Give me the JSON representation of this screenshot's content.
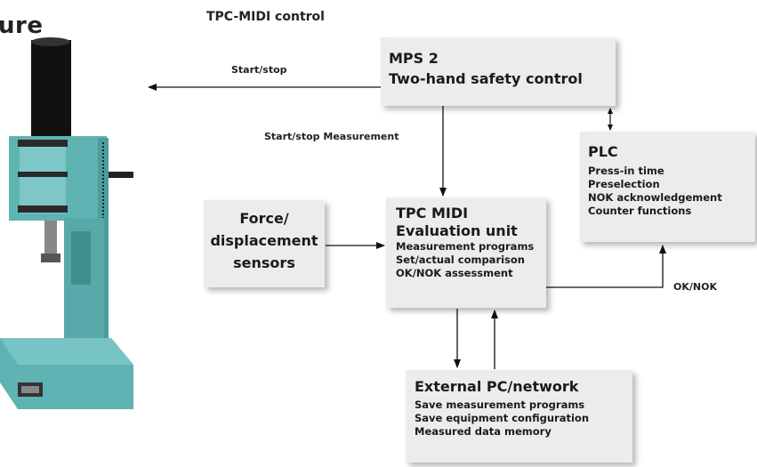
{
  "page_title": "ure",
  "diagram_title": "TPC-MIDI control",
  "mps": {
    "title": "MPS 2",
    "subtitle": "Two-hand safety control"
  },
  "plc": {
    "title": "PLC",
    "items": [
      "Press-in time",
      "Preselection",
      "NOK acknowledgement",
      "Counter functions"
    ]
  },
  "sensors": {
    "lines": [
      "Force/",
      "displacement",
      "sensors"
    ]
  },
  "midi": {
    "title": "TPC MIDI",
    "subtitle": "Evaluation unit",
    "items": [
      "Measurement programs",
      "Set/actual comparison",
      "OK/NOK assessment"
    ]
  },
  "external": {
    "title": "External PC/network",
    "items": [
      "Save measurement programs",
      "Save equipment configuration",
      "Measured data memory"
    ]
  },
  "labels": {
    "start_stop": "Start/stop",
    "start_stop_measurement": "Start/stop Measurement",
    "ok_nok": "OK/NOK"
  },
  "colors": {
    "press_body": "#5fb3b3",
    "press_dark": "#1c1c1c",
    "box_fill": "#ececec"
  }
}
